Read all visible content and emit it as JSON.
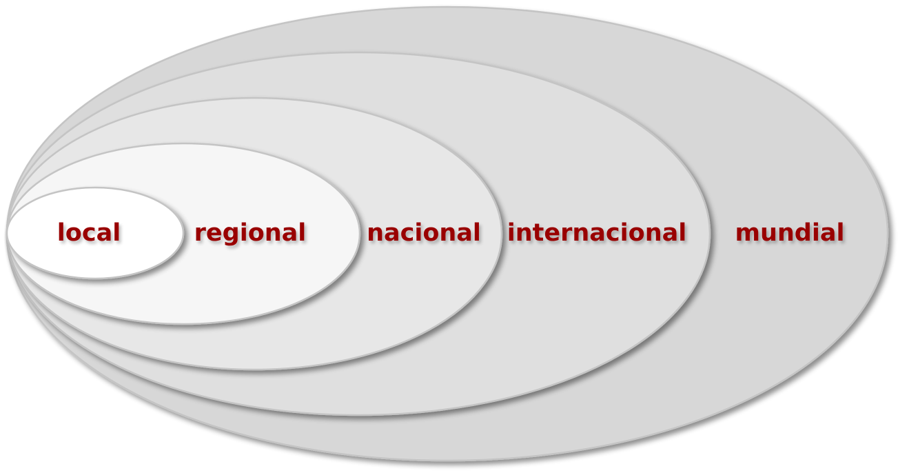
{
  "diagram": {
    "levels": [
      {
        "label": "mundial",
        "fill": "#d7d7d7"
      },
      {
        "label": "internacional",
        "fill": "#dfdfdf"
      },
      {
        "label": "nacional",
        "fill": "#e7e7e7"
      },
      {
        "label": "regional",
        "fill": "#f6f6f6"
      },
      {
        "label": "local",
        "fill": "#ffffff"
      }
    ],
    "text_color": "#990000",
    "stroke_color": "#c4c4c4"
  }
}
